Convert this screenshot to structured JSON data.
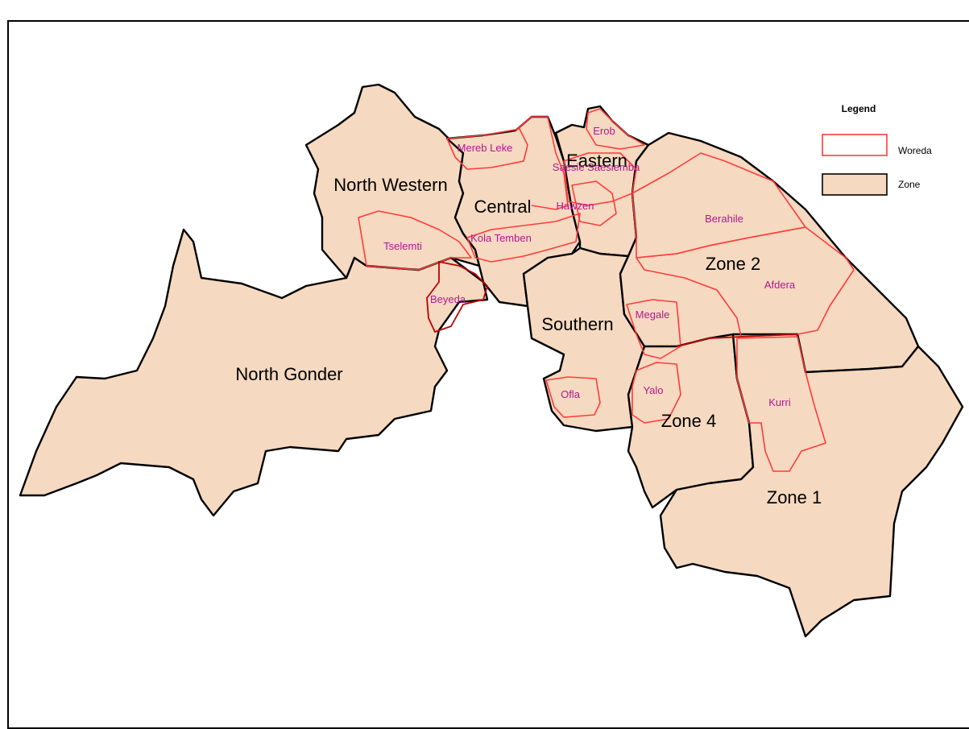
{
  "map": {
    "zones": [
      {
        "id": "north-gonder",
        "label": "North Gonder"
      },
      {
        "id": "north-western",
        "label": "North Western"
      },
      {
        "id": "central",
        "label": "Central"
      },
      {
        "id": "eastern",
        "label": "Eastern"
      },
      {
        "id": "southern",
        "label": "Southern"
      },
      {
        "id": "zone-2",
        "label": "Zone 2"
      },
      {
        "id": "zone-4",
        "label": "Zone 4"
      },
      {
        "id": "zone-1",
        "label": "Zone 1"
      }
    ],
    "woredas": [
      {
        "id": "erob",
        "label": "Erob"
      },
      {
        "id": "mereb-leke",
        "label": "Mereb Leke"
      },
      {
        "id": "saesie-saesiemba",
        "label": "Saesie Saesiemba"
      },
      {
        "id": "hawzen",
        "label": "Hawzen"
      },
      {
        "id": "kola-temben",
        "label": "Kola Temben"
      },
      {
        "id": "tselemti",
        "label": "Tselemti"
      },
      {
        "id": "beyeda",
        "label": "Beyeda"
      },
      {
        "id": "berahile",
        "label": "Berahile"
      },
      {
        "id": "afdera",
        "label": "Afdera"
      },
      {
        "id": "megale",
        "label": "Megale"
      },
      {
        "id": "yalo",
        "label": "Yalo"
      },
      {
        "id": "ofla",
        "label": "Ofla"
      },
      {
        "id": "kurri",
        "label": "Kurri"
      }
    ]
  },
  "legend": {
    "title": "Legend",
    "items": [
      {
        "label": "Woreda",
        "stroke": "#ff3b3b",
        "fill": "#ffffff"
      },
      {
        "label": "Zone",
        "stroke": "#000000",
        "fill": "#f5d9c0"
      }
    ]
  },
  "colors": {
    "zone_fill": "#f5d9c0",
    "zone_stroke": "#000000",
    "woreda_stroke": "#ff3b3b",
    "woreda_label": "#b2188f"
  }
}
